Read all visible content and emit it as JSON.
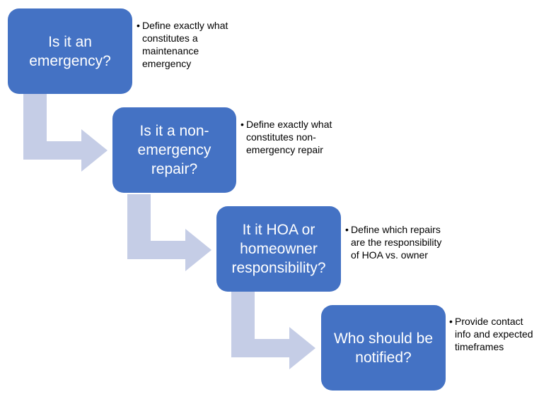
{
  "colors": {
    "box": "#4472C4",
    "box_text": "#FFFFFF",
    "arrow": "#C5CDE6",
    "note_text": "#000000"
  },
  "bullet_glyph": "•",
  "steps": [
    {
      "question": "Is it an emergency?",
      "note": "Define exactly what constitutes a maintenance emergency"
    },
    {
      "question": "Is it a non-emergency repair?",
      "note": "Define exactly what constitutes non-emergency repair"
    },
    {
      "question": "It it HOA or homeowner responsibility?",
      "note": "Define which repairs are the responsibility of HOA vs. owner"
    },
    {
      "question": "Who should be notified?",
      "note": "Provide contact info and expected timeframes"
    }
  ]
}
